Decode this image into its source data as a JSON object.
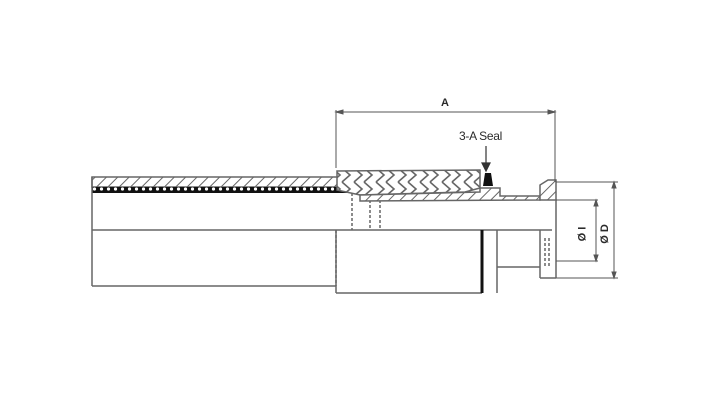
{
  "diagram": {
    "type": "technical-drawing",
    "subject": "hose fitting cross-section with tri-clamp end",
    "colors": {
      "line": "#555555",
      "fill": "#ffffff",
      "dark": "#111111"
    },
    "labels": {
      "dimension_a": "A",
      "seal": "3-A Seal",
      "dimension_inner": "Ø I",
      "dimension_outer": "Ø D"
    },
    "parts": [
      "hose",
      "braided reinforcement",
      "ferrule",
      "stem",
      "3-A seal",
      "tri-clamp flange"
    ]
  }
}
